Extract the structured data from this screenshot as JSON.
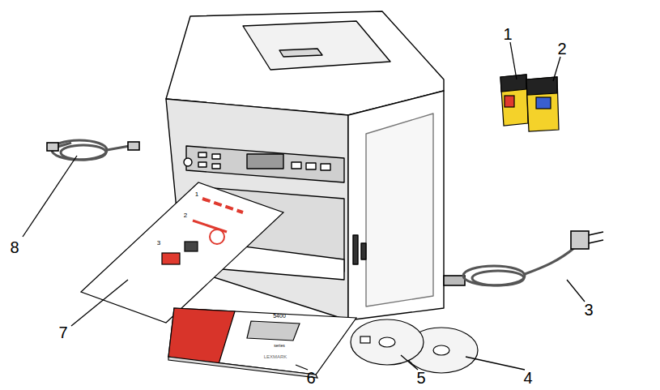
{
  "diagram": {
    "labels": [
      "1",
      "2",
      "3",
      "4",
      "5",
      "6",
      "7",
      "8",
      "1",
      "2",
      "3",
      "5400",
      "series",
      "LEXMARK"
    ]
  }
}
